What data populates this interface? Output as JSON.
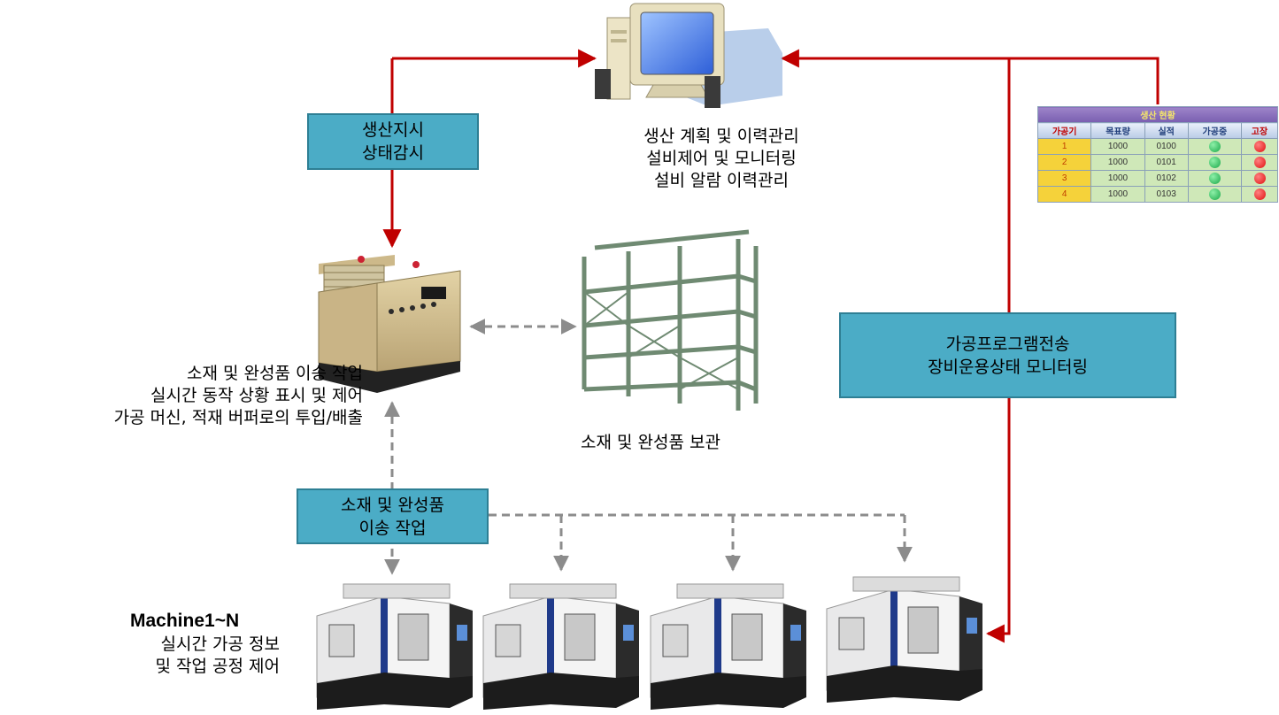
{
  "boxes": {
    "production_order": [
      "생산지시",
      "상태감시"
    ],
    "program_transfer": [
      "가공프로그램전송",
      "장비운용상태 모니터링"
    ],
    "transfer_work": [
      "소재 및 완성품",
      "이송 작업"
    ]
  },
  "captions": {
    "server": [
      "생산 계획 및 이력관리",
      "설비제어 및 모니터링",
      "설비 알람 이력관리"
    ],
    "agv": [
      "소재 및 완성품 이송 작업",
      "실시간 동작 상황 표시 및 제어",
      "가공 머신, 적재 버퍼로의 투입/배출"
    ],
    "rack": [
      "소재 및 완성품 보관"
    ],
    "machines_title": "Machine1~N",
    "machines": [
      "실시간 가공 정보",
      "및 작업 공정 제어"
    ]
  },
  "status_table": {
    "title": "생산 현황",
    "headers": [
      "가공기",
      "목표량",
      "실적",
      "가공중",
      "고장"
    ],
    "rows": [
      {
        "no": "1",
        "target": "1000",
        "actual": "0100"
      },
      {
        "no": "2",
        "target": "1000",
        "actual": "0101"
      },
      {
        "no": "3",
        "target": "1000",
        "actual": "0102"
      },
      {
        "no": "4",
        "target": "1000",
        "actual": "0103"
      }
    ],
    "running_color": "#1aa84a",
    "fault_color": "#e01010"
  },
  "colors": {
    "control_line": "#c00000",
    "transfer_line": "#8c8c8c",
    "box_fill": "#4bacc6"
  }
}
